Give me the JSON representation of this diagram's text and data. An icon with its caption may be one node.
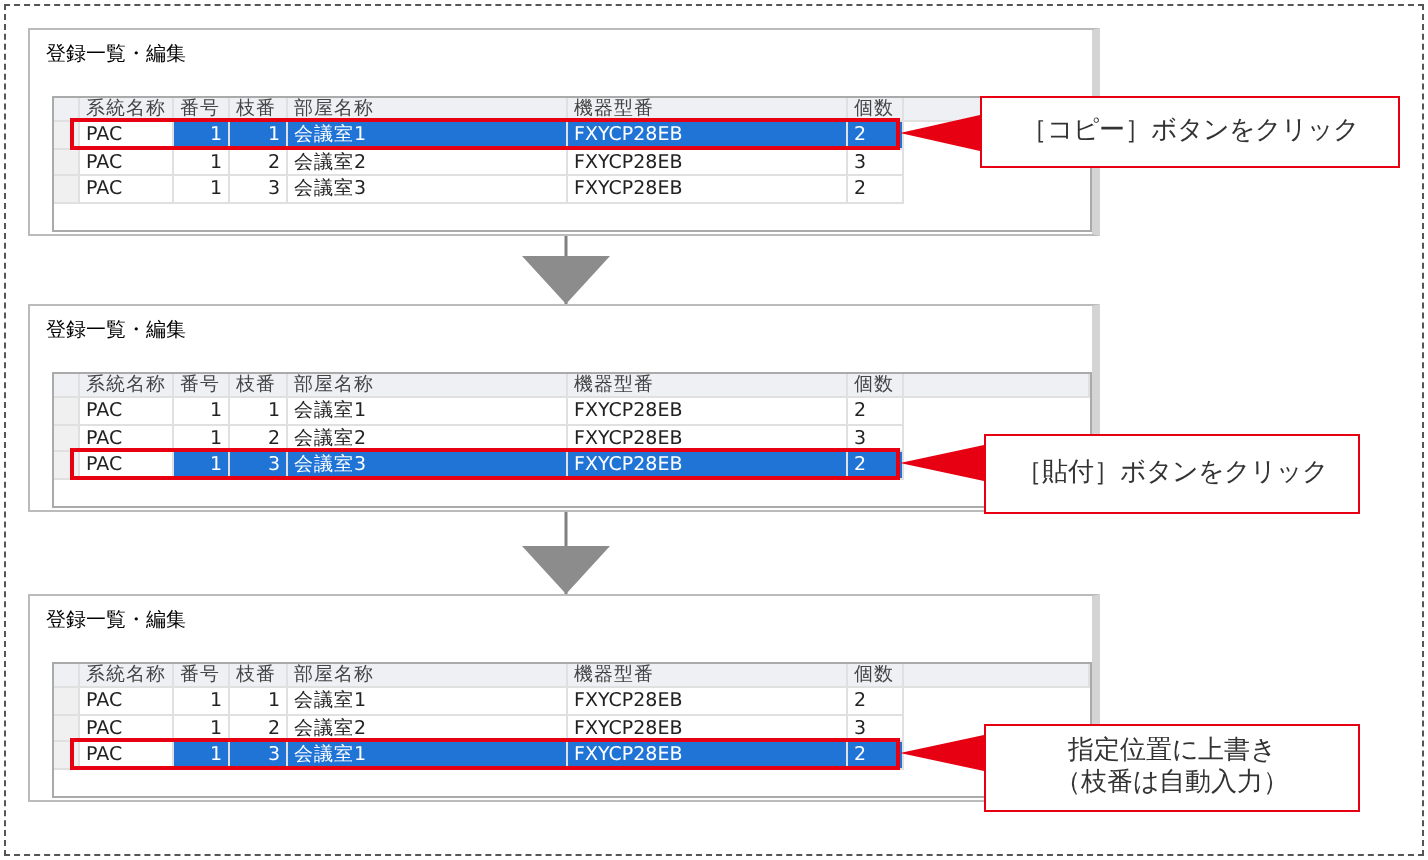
{
  "diagram": {
    "nodes": [
      {
        "text": [
          "登録一覧・編集"
        ]
      },
      {
        "text": [],
        "shape": "box",
        "in": 0
      },
      {
        "text": [
          "［コピー］ボタンをクリック"
        ]
      },
      {
        "text": [
          "登録一覧・編集"
        ]
      },
      {
        "text": [],
        "shape": "box",
        "in": 3
      },
      {
        "text": [
          "［貼付］ボタンをクリック"
        ]
      },
      {
        "text": [
          "登録一覧・編集"
        ]
      },
      {
        "text": [],
        "shape": "box",
        "in": 6
      },
      {
        "text": [
          "指定位置に上書き（枝番は自動入力）"
        ]
      }
    ],
    "edges": [
      {
        "from": 2,
        "to": 1,
        "arrow": "none"
      },
      {
        "from": 0,
        "to": 3,
        "arrow": "to",
        "color": "#808080"
      },
      {
        "from": 5,
        "to": 4,
        "arrow": "none"
      },
      {
        "from": 3,
        "to": 6,
        "arrow": "to",
        "color": "#808080"
      },
      {
        "from": 8,
        "to": 7,
        "arrow": "none"
      }
    ],
    "labels": [
      "系統名称",
      "番号",
      "枝番",
      "部屋名称",
      "機器型番",
      "個数",
      "PAC",
      "1",
      "1",
      "会議室1",
      "FXYCP28EB",
      "2",
      "PAC",
      "1",
      "2",
      "会議室2",
      "FXYCP28EB",
      "3",
      "PAC",
      "1",
      "3",
      "会議室3",
      "FXYCP28EB",
      "2",
      "系統名称",
      "番号",
      "枝番",
      "部屋名称",
      "機器型番",
      "個数",
      "PAC",
      "1",
      "1",
      "会議室1",
      "FXYCP28EB",
      "2",
      "PAC",
      "1",
      "2",
      "会議室2",
      "FXYCP28EB",
      "3",
      "PAC",
      "1",
      "3",
      "会議室3",
      "FXYCP28EB",
      "2",
      "系統名称",
      "番号",
      "枝番",
      "部屋名称",
      "機器型番",
      "個数",
      "PAC",
      "1",
      "1",
      "会議室1",
      "FXYCP28EB",
      "2",
      "PAC",
      "1",
      "2",
      "会議室2",
      "FXYCP28EB",
      "3",
      "PAC",
      "1",
      "3",
      "会議室1",
      "FXYCP28EB",
      "2"
    ]
  }
}
